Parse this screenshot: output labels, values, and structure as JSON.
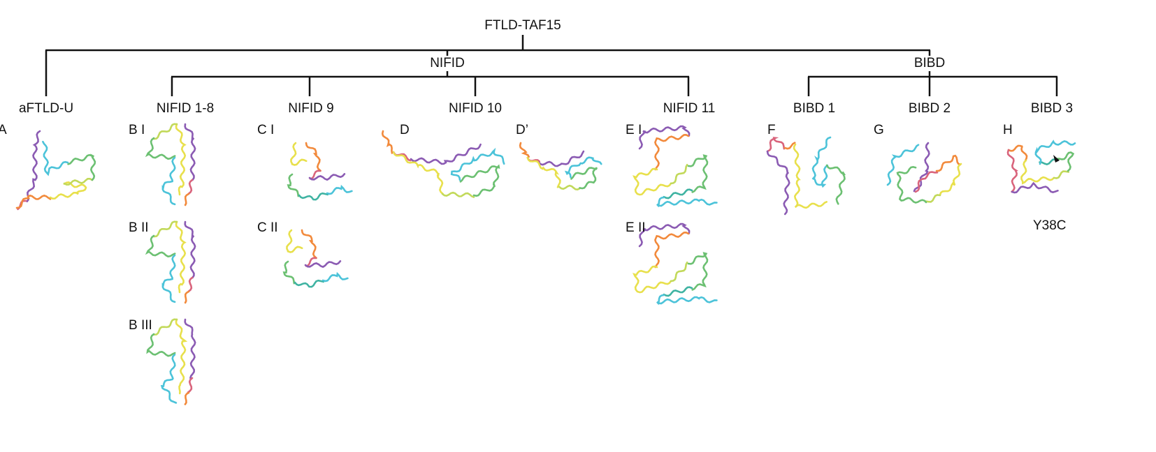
{
  "tree": {
    "root": "FTLD-TAF15",
    "groups": {
      "nifid": "NIFID",
      "bibd": "BIBD"
    },
    "leaves": {
      "aftld": "aFTLD-U",
      "nifid18": "NIFID 1-8",
      "nifid9": "NIFID 9",
      "nifid10": "NIFID 10",
      "nifid11": "NIFID 11",
      "bibd1": "BIBD 1",
      "bibd2": "BIBD 2",
      "bibd3": "BIBD 3"
    }
  },
  "panels": {
    "A": "A",
    "BI": "B I",
    "BII": "B II",
    "BIII": "B III",
    "CI": "C I",
    "CII": "C II",
    "D": "D",
    "Dp": "D’",
    "EI": "E I",
    "EII": "E II",
    "F": "F",
    "G": "G",
    "H": "H"
  },
  "annotations": {
    "mutation": "Y38C"
  },
  "colors": {
    "purple": "#8b5bb3",
    "red": "#d9647c",
    "orange": "#f28a3c",
    "yellow": "#e8e04c",
    "lime": "#c2d95a",
    "green": "#6cc072",
    "teal": "#3fb3a2",
    "cyan": "#4cc3d9",
    "line": "#111111"
  }
}
